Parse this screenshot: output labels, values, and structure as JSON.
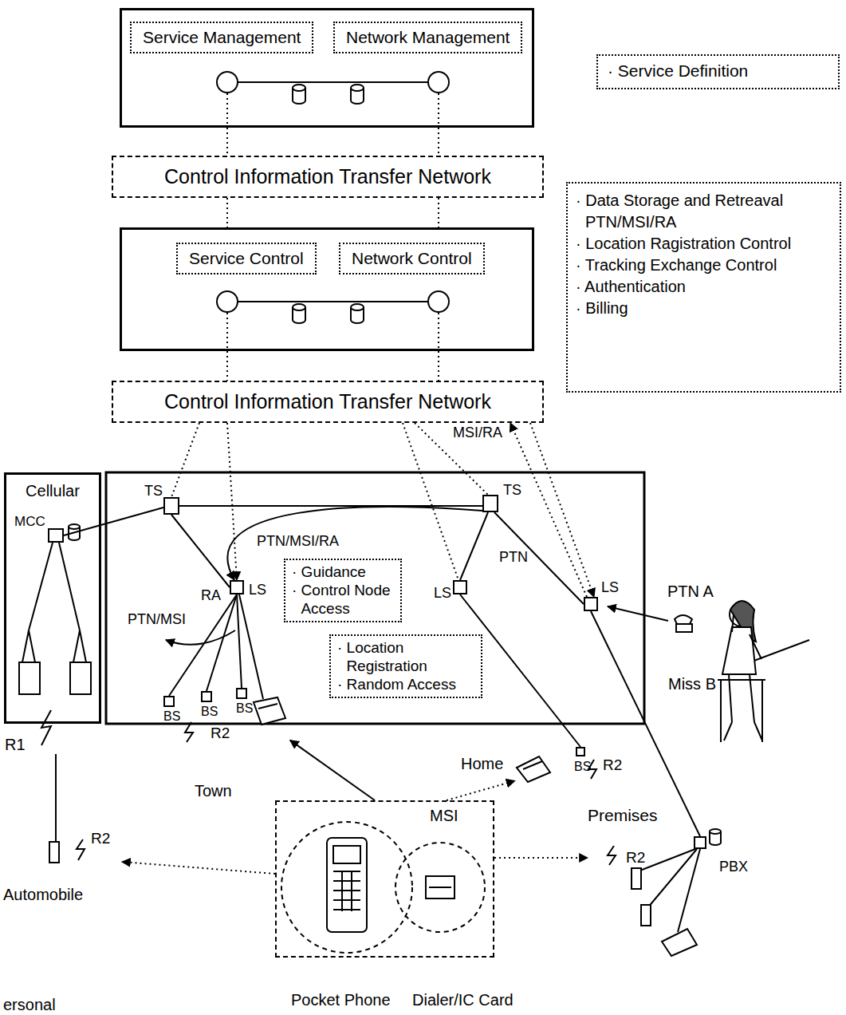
{
  "diagram": {
    "nodes": [
      {
        "text": [
          "Service Management",
          "Network Management"
        ]
      },
      {
        "text": [
          "· Service Definition"
        ]
      },
      {
        "text": [
          "Control Information Transfer Network"
        ]
      },
      {
        "text": [
          "Service Control",
          "Network Control"
        ]
      },
      {
        "text": [
          "· Data Storage and Retreaval PTN/MSI/RA",
          "· Location Ragistration Control",
          "· Tracking Exchange Control",
          "· Authentication",
          "· Billing"
        ]
      },
      {
        "text": [
          "Control Information Transfer Network"
        ]
      },
      {
        "text": [
          "Cellular"
        ]
      },
      {
        "text": [
          "MCC"
        ],
        "in": 6
      },
      {
        "text": [
          "TS"
        ]
      },
      {
        "text": [
          "TS"
        ]
      },
      {
        "text": [
          "LS"
        ]
      },
      {
        "text": [
          "LS"
        ]
      },
      {
        "text": [
          "LS"
        ]
      },
      {
        "text": [
          "· Guidance",
          "· Control Node Access"
        ]
      },
      {
        "text": [
          "· Location Registration",
          "· Random Access"
        ]
      },
      {
        "text": [
          "R2",
          "Town"
        ]
      },
      {
        "text": [
          "BS"
        ],
        "in": 15
      },
      {
        "text": [
          "BS"
        ],
        "in": 15
      },
      {
        "text": [
          "BS"
        ],
        "in": 15
      },
      {
        "text": [
          "Home",
          "R2"
        ]
      },
      {
        "text": [
          "BS"
        ],
        "in": 19
      },
      {
        "text": [
          "Premises",
          "R2"
        ]
      },
      {
        "text": [
          "PBX"
        ],
        "in": 21
      },
      {
        "text": [
          "R2",
          "Automobile"
        ]
      },
      {
        "text": [
          "MSI",
          "Pocket Phone",
          "Dialer/IC Card"
        ]
      }
    ],
    "edges": [
      {
        "from": 0,
        "to": 2,
        "arrow": "none"
      },
      {
        "from": 0,
        "to": 2,
        "arrow": "none"
      },
      {
        "from": 2,
        "to": 3,
        "arrow": "none"
      },
      {
        "from": 2,
        "to": 3,
        "arrow": "none"
      },
      {
        "from": 3,
        "to": 5,
        "arrow": "none"
      },
      {
        "from": 3,
        "to": 5,
        "arrow": "none"
      },
      {
        "from": 5,
        "to": 8,
        "arrow": "none"
      },
      {
        "from": 5,
        "to": 10,
        "arrow": "to"
      },
      {
        "from": 5,
        "to": 11,
        "arrow": "none"
      },
      {
        "from": 5,
        "to": 9,
        "arrow": "none"
      },
      {
        "from": 12,
        "to": 5,
        "arrow": "to",
        "label": "MSI/RA"
      },
      {
        "from": 5,
        "to": 12,
        "arrow": "to",
        "label": "PTN"
      },
      {
        "from": 8,
        "to": 9,
        "arrow": "none"
      },
      {
        "from": 7,
        "to": 8,
        "arrow": "none"
      },
      {
        "from": 8,
        "to": 10,
        "arrow": "none"
      },
      {
        "from": 9,
        "to": 11,
        "arrow": "none"
      },
      {
        "from": 9,
        "to": 12,
        "arrow": "none"
      },
      {
        "from": 10,
        "to": 16,
        "arrow": "none"
      },
      {
        "from": 10,
        "to": 17,
        "arrow": "none"
      },
      {
        "from": 10,
        "to": 18,
        "arrow": "none"
      },
      {
        "from": 11,
        "to": 20,
        "arrow": "none"
      },
      {
        "from": 12,
        "to": 22,
        "arrow": "none"
      },
      {
        "from": 9,
        "to": 10,
        "arrow": "to",
        "label": "PTN/MSI/RA"
      },
      {
        "from": 24,
        "to": 15,
        "arrow": "to"
      },
      {
        "from": 24,
        "to": 19,
        "arrow": "to"
      },
      {
        "from": 24,
        "to": 21,
        "arrow": "to"
      },
      {
        "from": 24,
        "to": 23,
        "arrow": "to"
      }
    ],
    "labels": [
      "R1",
      "PTN/MSI",
      "RA",
      "PTN A",
      "Miss B",
      "ersonal"
    ]
  }
}
